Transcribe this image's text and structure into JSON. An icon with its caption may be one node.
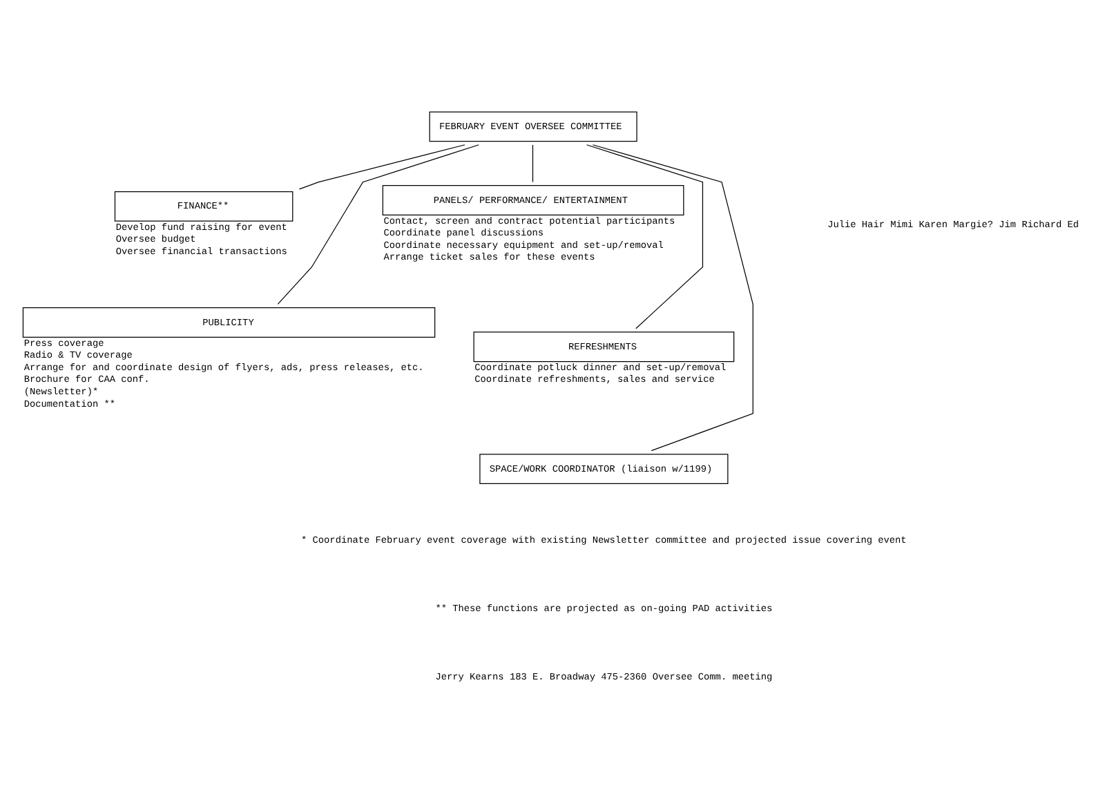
{
  "diagram": {
    "nodes": [
      {
        "text": [
          "FEBRUARY EVENT OVERSEE COMMITTEE"
        ]
      },
      {
        "text": [
          "FINANCE**"
        ],
        "beside": [
          "Develop fund raising for event",
          "Oversee budget",
          "Oversee financial transactions"
        ]
      },
      {
        "text": [
          "PANELS/ PERFORMANCE/ ENTERTAINMENT"
        ],
        "beside": [
          "Contact, screen and contract potential participants",
          "Coordinate panel discussions",
          "Coordinate necessary equipment and set-up/removal",
          "Arrange ticket sales for these events"
        ]
      },
      {
        "text": [
          "PUBLICITY"
        ],
        "beside": [
          "Press coverage",
          "Radio & TV coverage",
          "Arrange for and coordinate design of flyers, ads, press releases, etc.",
          "Brochure for CAA conf.",
          "(Newsletter)*",
          "Documentation **"
        ]
      },
      {
        "text": [
          "SPACE/WORK COORDINATOR (liaison w/1199)"
        ]
      },
      {
        "text": [
          "REFRESHMENTS"
        ],
        "beside": [
          "Coordinate potluck dinner and set-up/removal",
          "Coordinate refreshments, sales and service"
        ]
      }
    ],
    "edges": [
      {
        "from": 0,
        "to": 1,
        "arrow": "none"
      },
      {
        "from": 0,
        "to": 2,
        "arrow": "none"
      },
      {
        "from": 0,
        "to": 3,
        "arrow": "none"
      },
      {
        "from": 0,
        "to": 4,
        "arrow": "none"
      },
      {
        "from": 0,
        "to": 5,
        "arrow": "none"
      }
    ],
    "labels": [
      "Julie Hair Mimi Karen Margie? Jim Richard Ed",
      "* Coordinate February event coverage with existing Newsletter committee and projected issue covering event",
      "** These functions are projected as on-going PAD activities",
      "Jerry Kearns 183 E. Broadway 475-2360 Oversee Comm. meeting"
    ]
  }
}
